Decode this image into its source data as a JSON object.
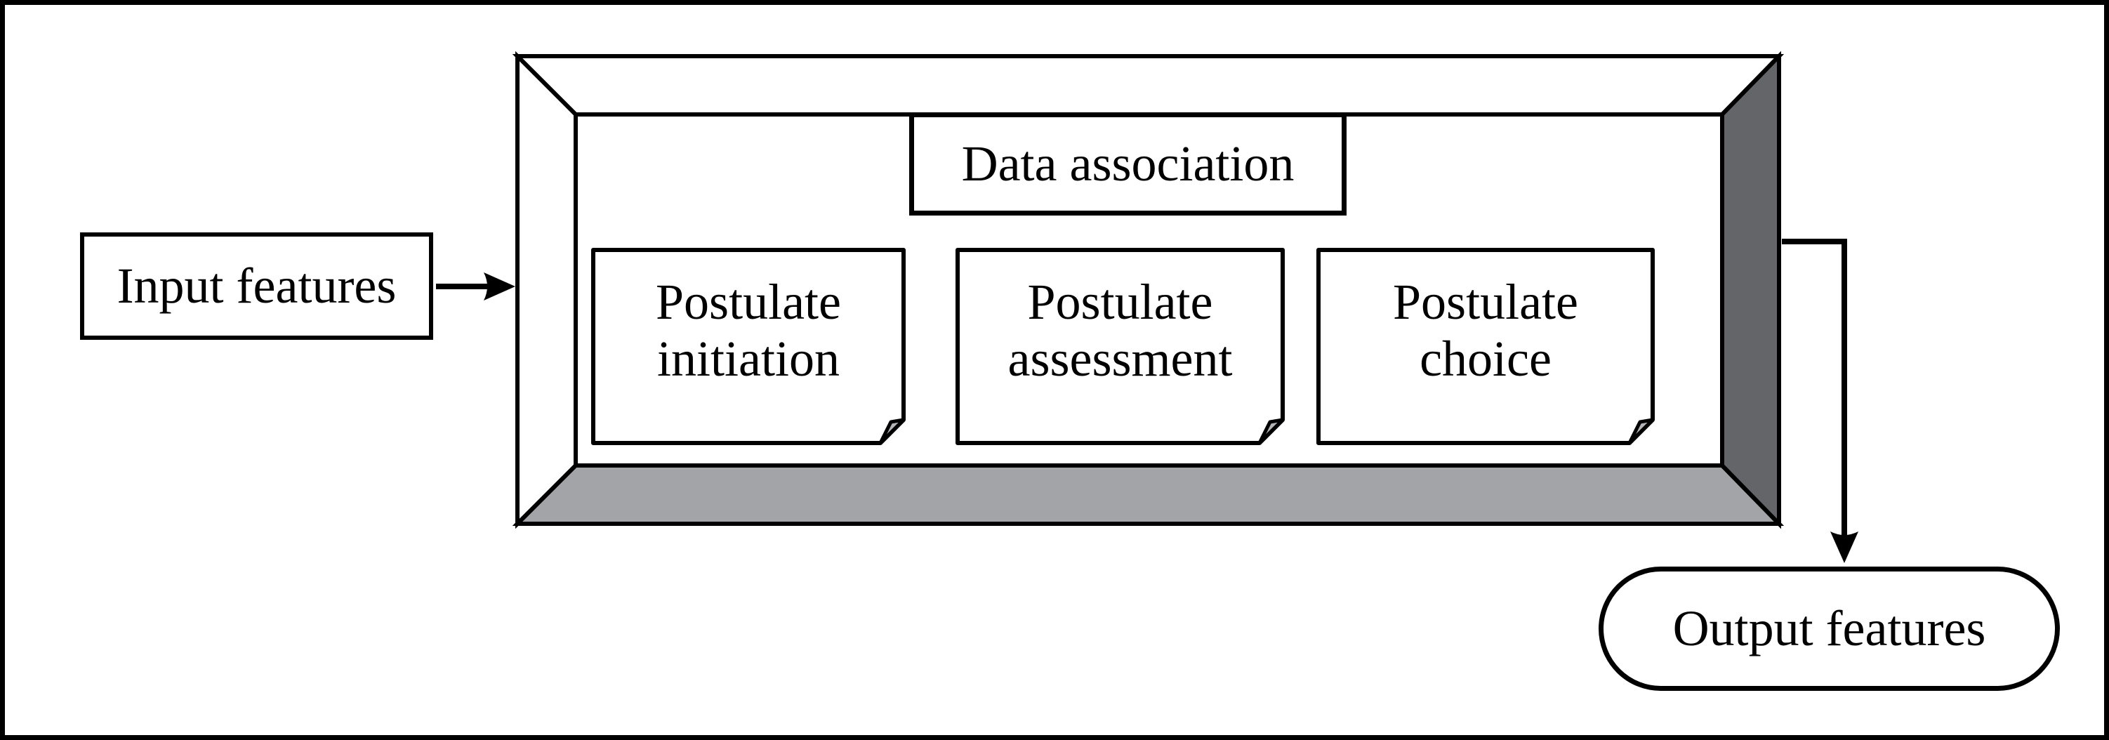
{
  "diagram": {
    "input": {
      "label": "Input features"
    },
    "container": {
      "label": "Data association"
    },
    "modules": [
      {
        "line1": "Postulate",
        "line2": "initiation"
      },
      {
        "line1": "Postulate",
        "line2": "assessment"
      },
      {
        "line1": "Postulate",
        "line2": "choice"
      }
    ],
    "output": {
      "label": "Output features"
    },
    "colors": {
      "outline": "#000000",
      "frame_face_light": "#ffffff",
      "frame_right_face": "#636569",
      "frame_bottom_face": "#a3a4a8",
      "note_fold": "#b3b4b8"
    }
  }
}
